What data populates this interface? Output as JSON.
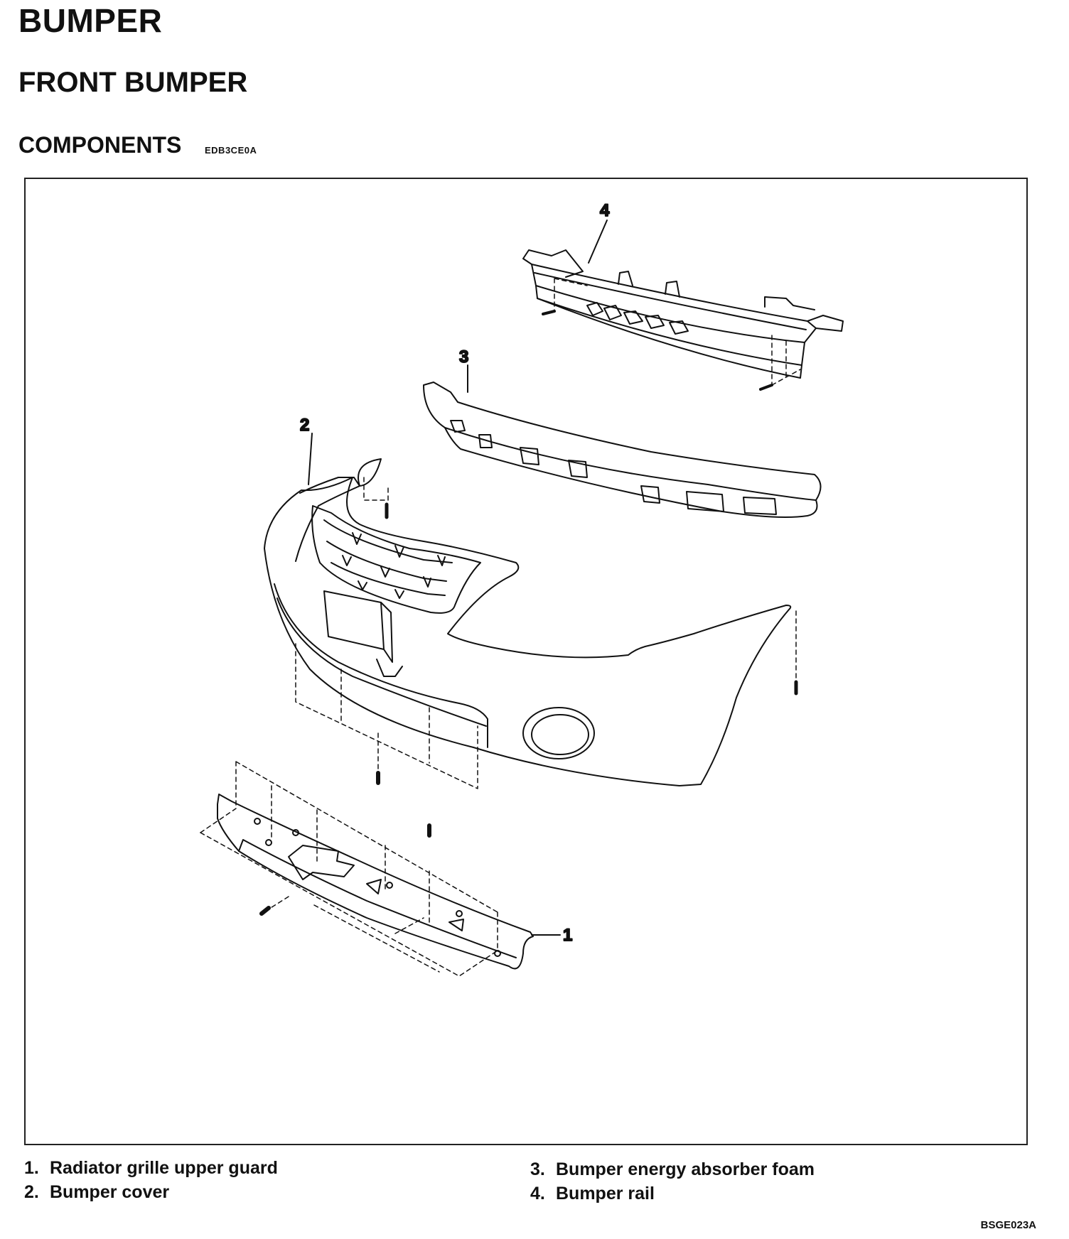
{
  "page": {
    "title": "BUMPER",
    "subtitle": "FRONT BUMPER",
    "section": "COMPONENTS",
    "section_code": "EDB3CE0A",
    "figure_code": "BSGE023A"
  },
  "diagram": {
    "callouts": [
      "1",
      "2",
      "3",
      "4"
    ]
  },
  "legend": [
    {
      "num": "1.",
      "label": "Radiator grille upper guard"
    },
    {
      "num": "2.",
      "label": "Bumper cover"
    },
    {
      "num": "3.",
      "label": "Bumper energy absorber foam"
    },
    {
      "num": "4.",
      "label": "Bumper rail"
    }
  ],
  "colors": {
    "ink": "#111111",
    "paper": "#ffffff"
  }
}
